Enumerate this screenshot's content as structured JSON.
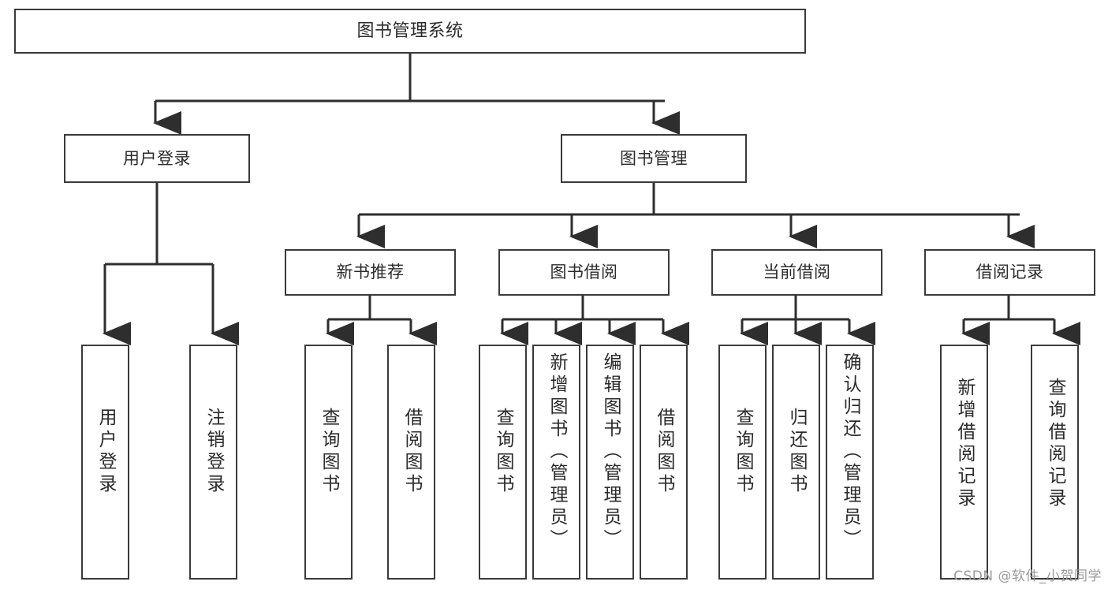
{
  "diagram": {
    "title": "图书管理系统",
    "type": "tree-hierarchy",
    "watermark": "CSDN @软件_小贺同学",
    "colors": {
      "node_border": "#3a3a3a",
      "node_fill": "#ffffff",
      "edge": "#2e2e2e",
      "text": "#2b2b2b",
      "watermark": "#9a9a9a",
      "background": "#ffffff"
    }
  },
  "nodes": {
    "root": {
      "label": "图书管理系统"
    },
    "level2": [
      {
        "label": "用户登录"
      },
      {
        "label": "图书管理"
      }
    ],
    "level3": [
      {
        "label": "新书推荐"
      },
      {
        "label": "图书借阅"
      },
      {
        "label": "当前借阅"
      },
      {
        "label": "借阅记录"
      }
    ],
    "leaves": {
      "user_login": [
        {
          "label": "用户登录"
        },
        {
          "label": "注销登录"
        }
      ],
      "new_book_recommend": [
        {
          "label": "查询图书"
        },
        {
          "label": "借阅图书"
        }
      ],
      "book_borrow": [
        {
          "label": "查询图书"
        },
        {
          "label": "新增图书（管理员）"
        },
        {
          "label": "编辑图书（管理员）"
        },
        {
          "label": "借阅图书"
        }
      ],
      "current_borrow": [
        {
          "label": "查询图书"
        },
        {
          "label": "归还图书"
        },
        {
          "label": "确认归还（管理员）"
        }
      ],
      "borrow_record": [
        {
          "label": "新增借阅记录"
        },
        {
          "label": "查询借阅记录"
        }
      ]
    }
  }
}
